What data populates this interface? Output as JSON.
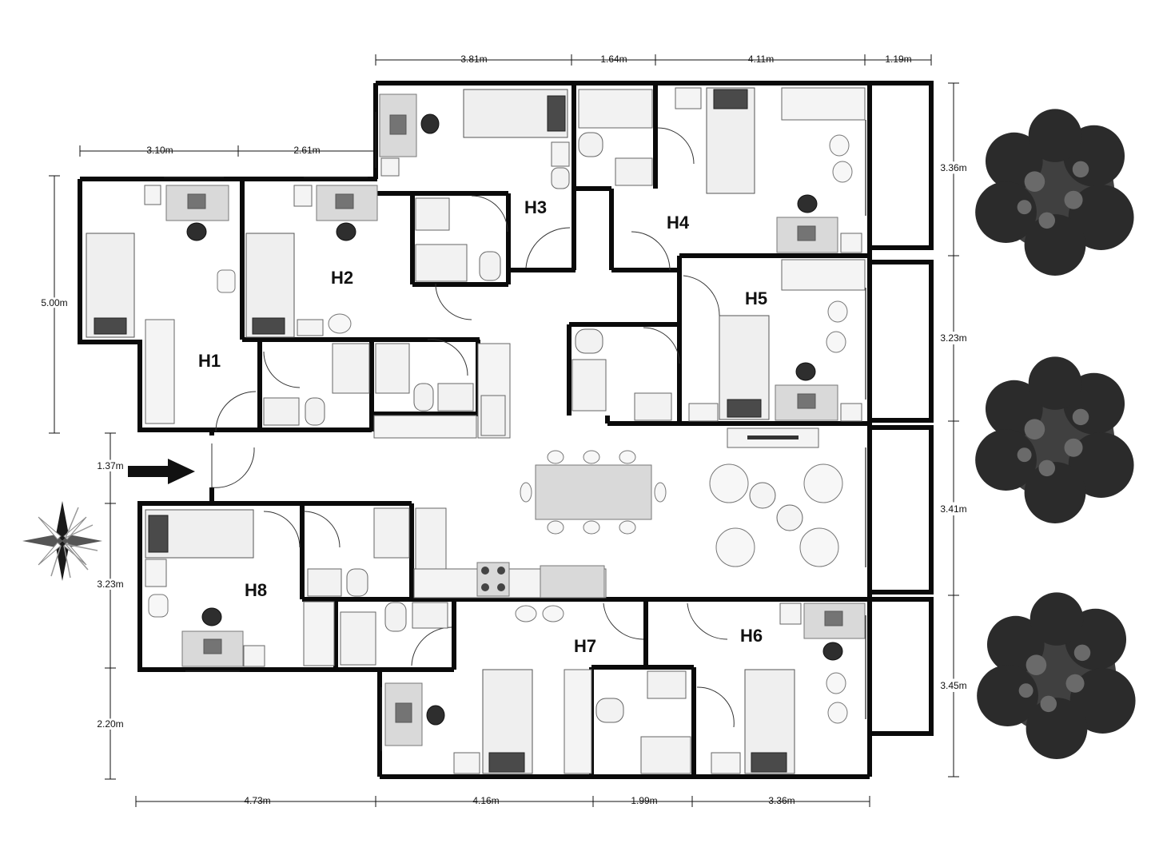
{
  "rooms": [
    "H1",
    "H2",
    "H3",
    "H4",
    "H5",
    "H6",
    "H7",
    "H8"
  ],
  "dimensions": {
    "top": [
      "3.81m",
      "1.64m",
      "4.11m",
      "1.19m"
    ],
    "top_left": [
      "3.10m",
      "2.61m"
    ],
    "bottom": [
      "4.73m",
      "4.16m",
      "1.99m",
      "3.36m"
    ],
    "left": [
      "5.00m",
      "1.37m",
      "3.23m",
      "2.20m"
    ],
    "right": [
      "3.36m",
      "3.23m",
      "3.41m",
      "3.45m"
    ]
  },
  "icons": {
    "compass": "compass-rose-icon",
    "entrance": "entrance-arrow-icon",
    "tree": "tree-icon"
  },
  "colors": {
    "wall": "#0a0a0a",
    "furniture": "#d9d9d9",
    "tree": "#2b2b2b"
  }
}
